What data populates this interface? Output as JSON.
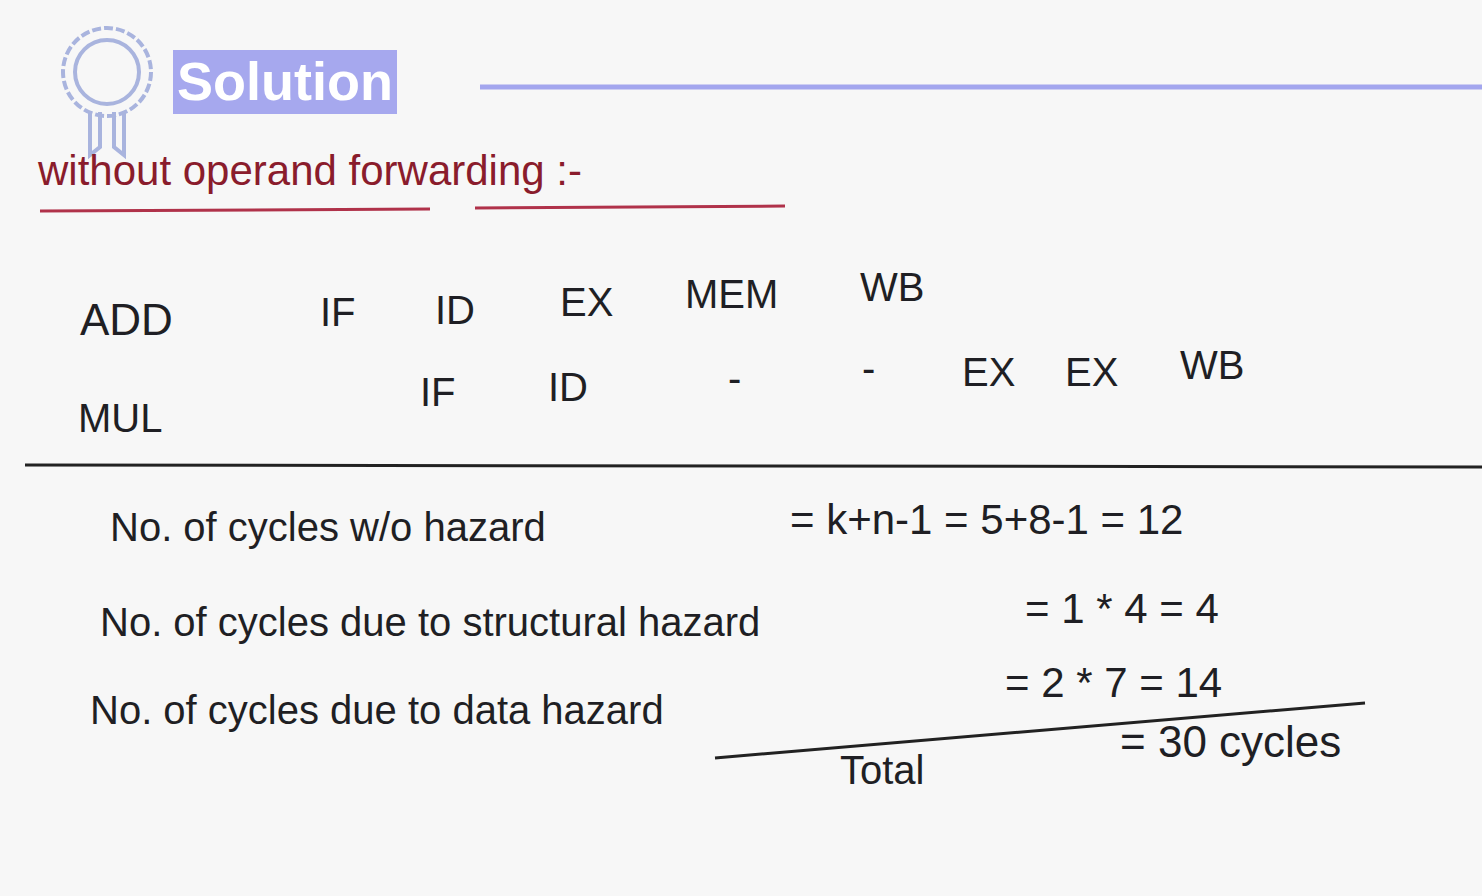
{
  "diagram": {
    "nodes": [
      {
        "text": [
          "Solution"
        ]
      }
    ],
    "labels": [
      "without operand forwarding :-",
      "ADD",
      "IF",
      "ID",
      "EX",
      "MEM",
      "WB",
      "MUL",
      "IF",
      "ID",
      "-",
      "-",
      "EX",
      "EX",
      "WB",
      "No. of cycles w/o hazard",
      "= k+n-1 = 5+8-1 = 12",
      "No. of cycles due to structural hazard",
      "= 1 * 4 = 4",
      "No. of cycles due to data hazard",
      "= 2 * 7 = 14",
      "Total",
      "= 30 cycles"
    ]
  }
}
